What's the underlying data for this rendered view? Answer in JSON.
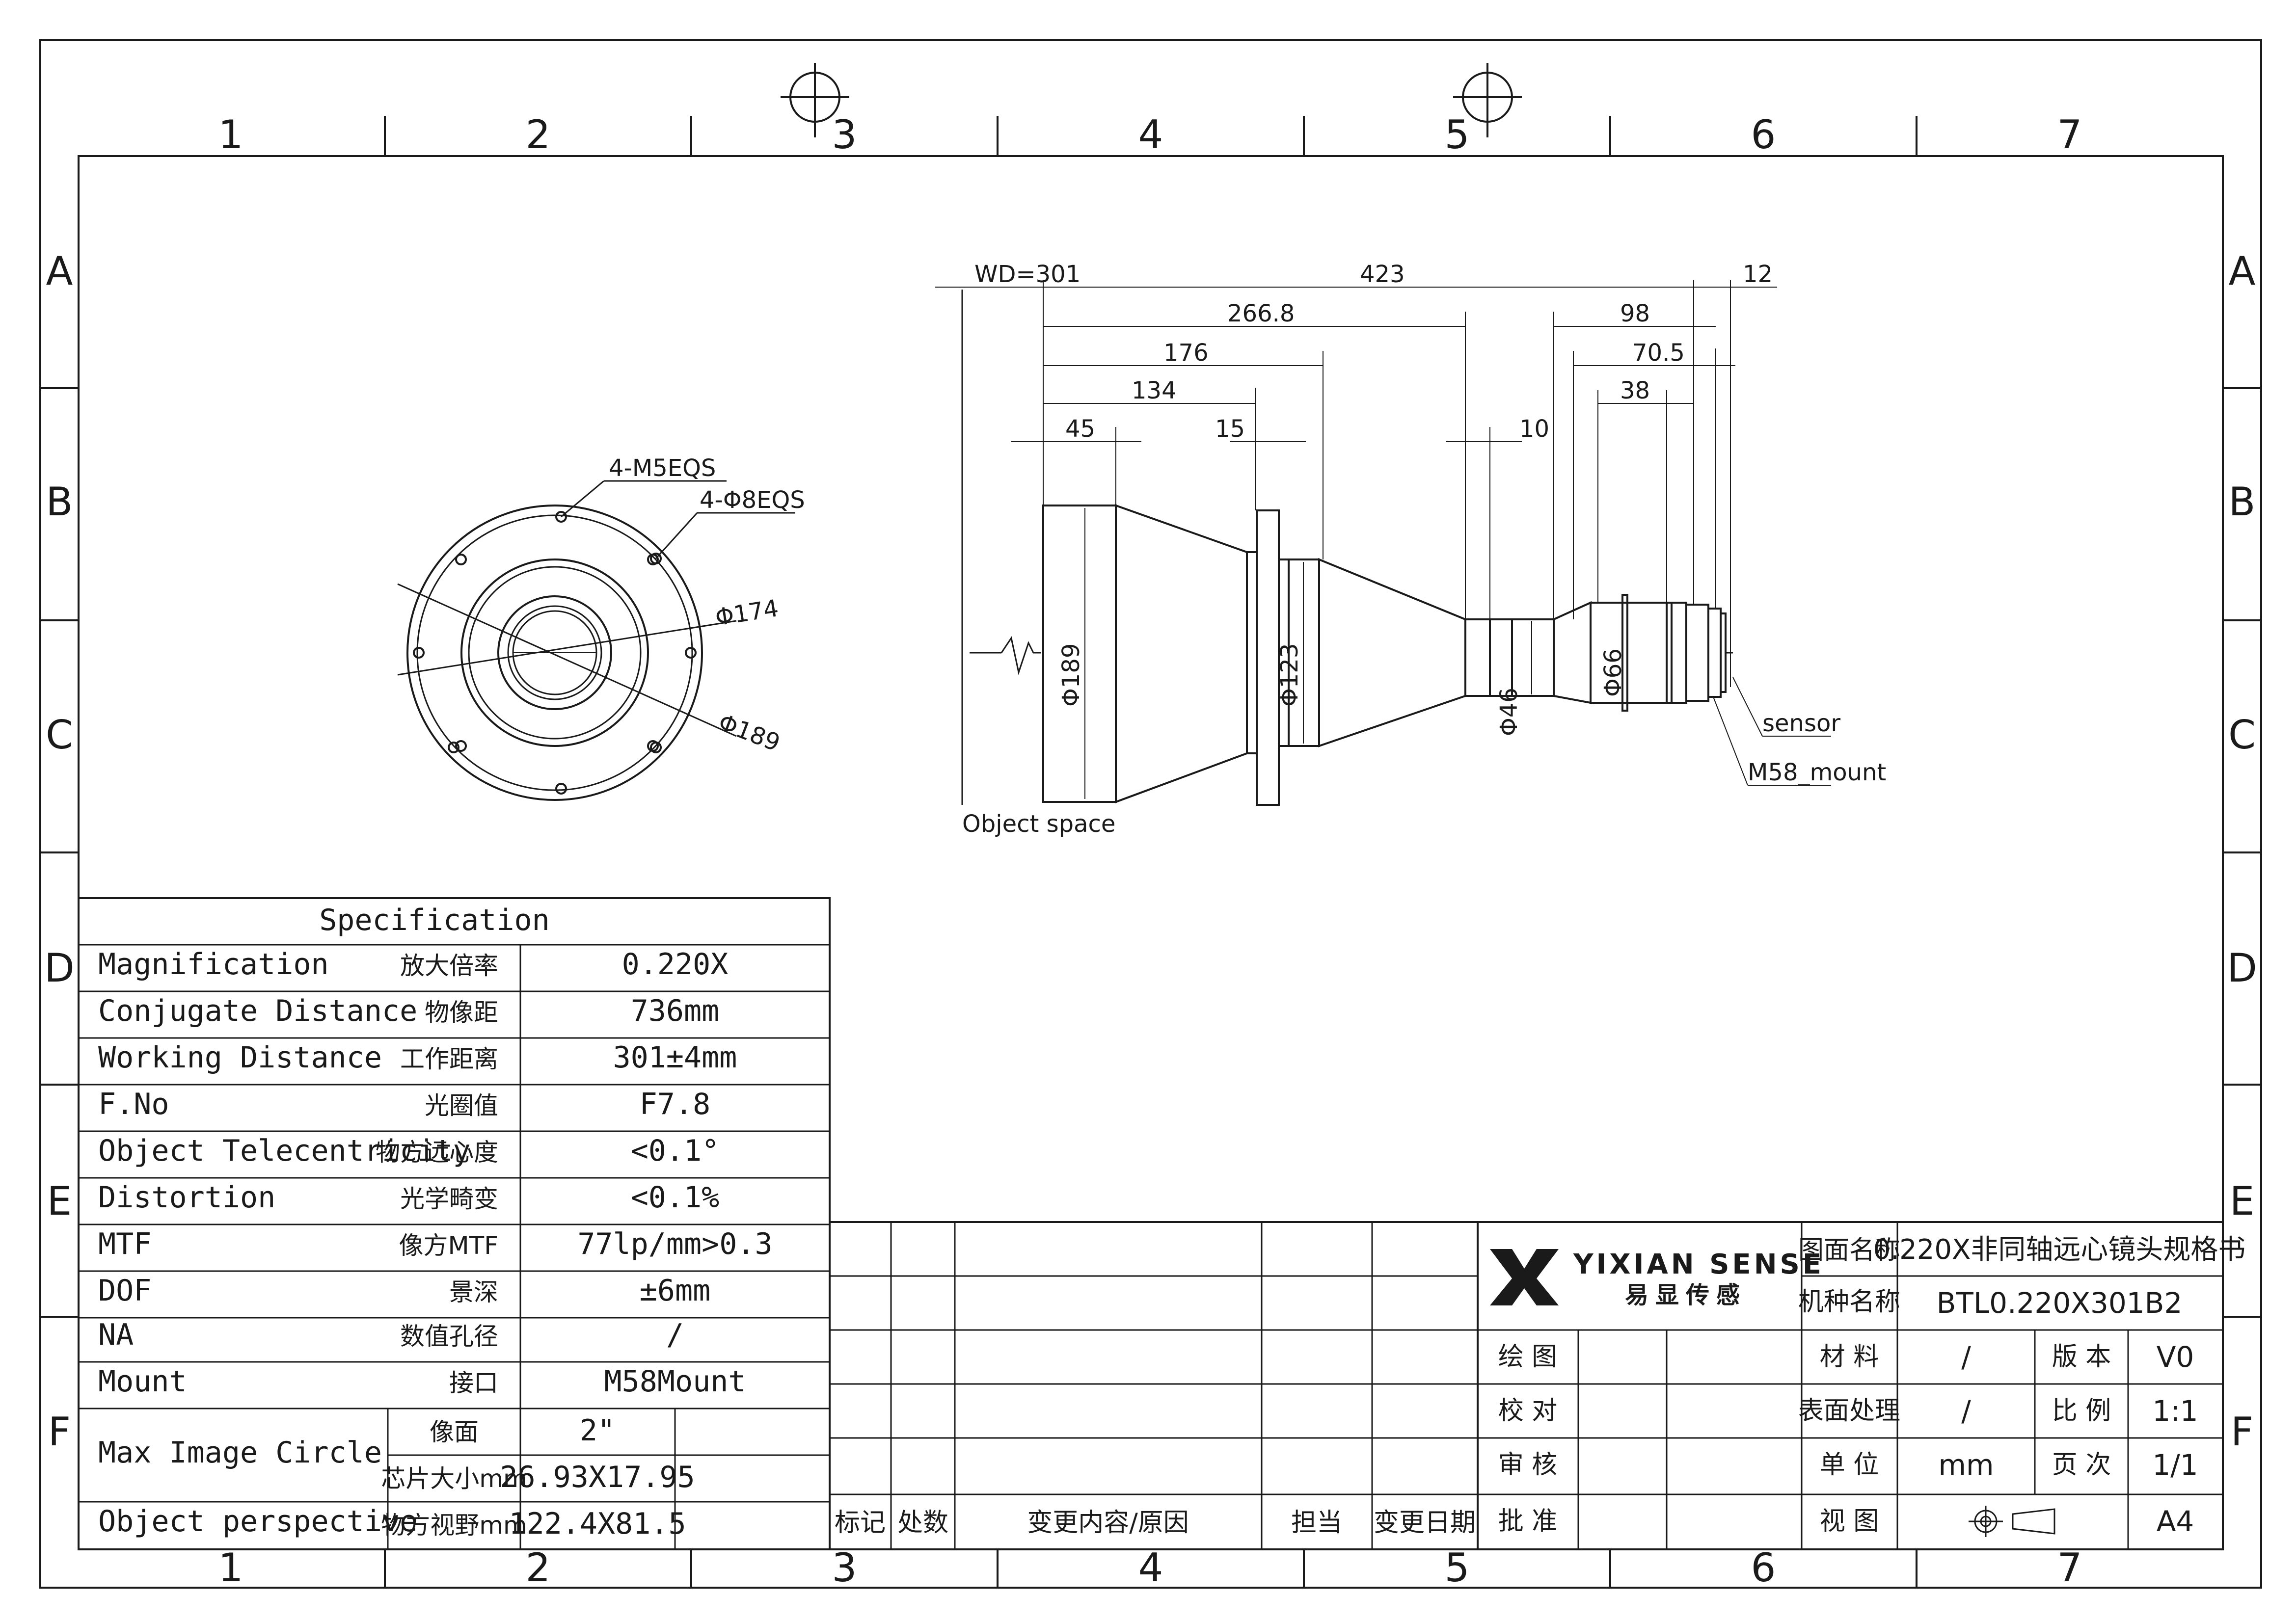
{
  "grid": {
    "columns": [
      "1",
      "2",
      "3",
      "4",
      "5",
      "6",
      "7"
    ],
    "rows": [
      "A",
      "B",
      "C",
      "D",
      "E",
      "F"
    ]
  },
  "front_view": {
    "hole_thread_label": "4-M5EQS",
    "hole_dia_label": "4-Φ8EQS",
    "inner_dia_label": "Φ174",
    "outer_dia_label": "Φ189"
  },
  "side_view": {
    "wd_label": "WD=301",
    "dims": {
      "d423": "423",
      "d12": "12",
      "d266_8": "266.8",
      "d98": "98",
      "d176": "176",
      "d70_5": "70.5",
      "d134": "134",
      "d38": "38",
      "d45": "45",
      "d15": "15",
      "d10": "10",
      "dia189": "Φ189",
      "dia123": "Φ123",
      "dia46": "Φ46",
      "dia66": "Φ66"
    },
    "object_space_label": "Object space",
    "sensor_label": "sensor",
    "mount_label": "M58_mount"
  },
  "spec_table": {
    "title": "Specification",
    "rows": [
      {
        "en": "Magnification",
        "cn": "放大倍率",
        "value": "0.220X"
      },
      {
        "en": "Conjugate Distance",
        "cn": "物像距",
        "value": "736mm"
      },
      {
        "en": "Working Distance",
        "cn": "工作距离",
        "value": "301±4mm"
      },
      {
        "en": "F.No",
        "cn": "光圈值",
        "value": "F7.8"
      },
      {
        "en": "Object Telecentricity",
        "cn": "物方远心度",
        "value": "<0.1°"
      },
      {
        "en": "Distortion",
        "cn": "光学畸变",
        "value": "<0.1%"
      },
      {
        "en": "MTF",
        "cn": "像方MTF",
        "value": "77lp/mm>0.3"
      },
      {
        "en": "DOF",
        "cn": "景深",
        "value": "±6mm"
      },
      {
        "en": "NA",
        "cn": "数值孔径",
        "value": "/"
      },
      {
        "en": "Mount",
        "cn": "接口",
        "value": "M58Mount"
      }
    ],
    "max_image_circle": {
      "en": "Max Image Circle",
      "sub1_cn": "像面",
      "sub1_val": "2\"",
      "sub2_cn": "芯片大小mm",
      "sub2_val": "26.93X17.95"
    },
    "object_perspective": {
      "en": "Object perspective",
      "cn": "物方视野mm",
      "value": "122.4X81.5"
    }
  },
  "revision_table": {
    "headers": [
      "标记",
      "处数",
      "变更内容/原因",
      "担当",
      "变更日期"
    ]
  },
  "title_block": {
    "brand": "YIXIAN SENSE",
    "brand_cn": "易显传感",
    "drawing_name_label": "图面名称",
    "drawing_name": "0.220X非同轴远心镜头规格书",
    "model_label": "机种名称",
    "model": "BTL0.220X301B2",
    "draw_label": "绘 图",
    "check_label": "校 对",
    "review_label": "审 核",
    "approve_label": "批 准",
    "material_label": "材 料",
    "material": "/",
    "version_label": "版 本",
    "version": "V0",
    "surface_label": "表面处理",
    "surface": "/",
    "scale_label": "比 例",
    "scale": "1:1",
    "unit_label": "单 位",
    "unit": "mm",
    "page_label": "页 次",
    "page": "1/1",
    "view_label": "视 图",
    "size": "A4"
  },
  "colors": {
    "line": "#1a1a1a",
    "paper": "#ffffff"
  }
}
